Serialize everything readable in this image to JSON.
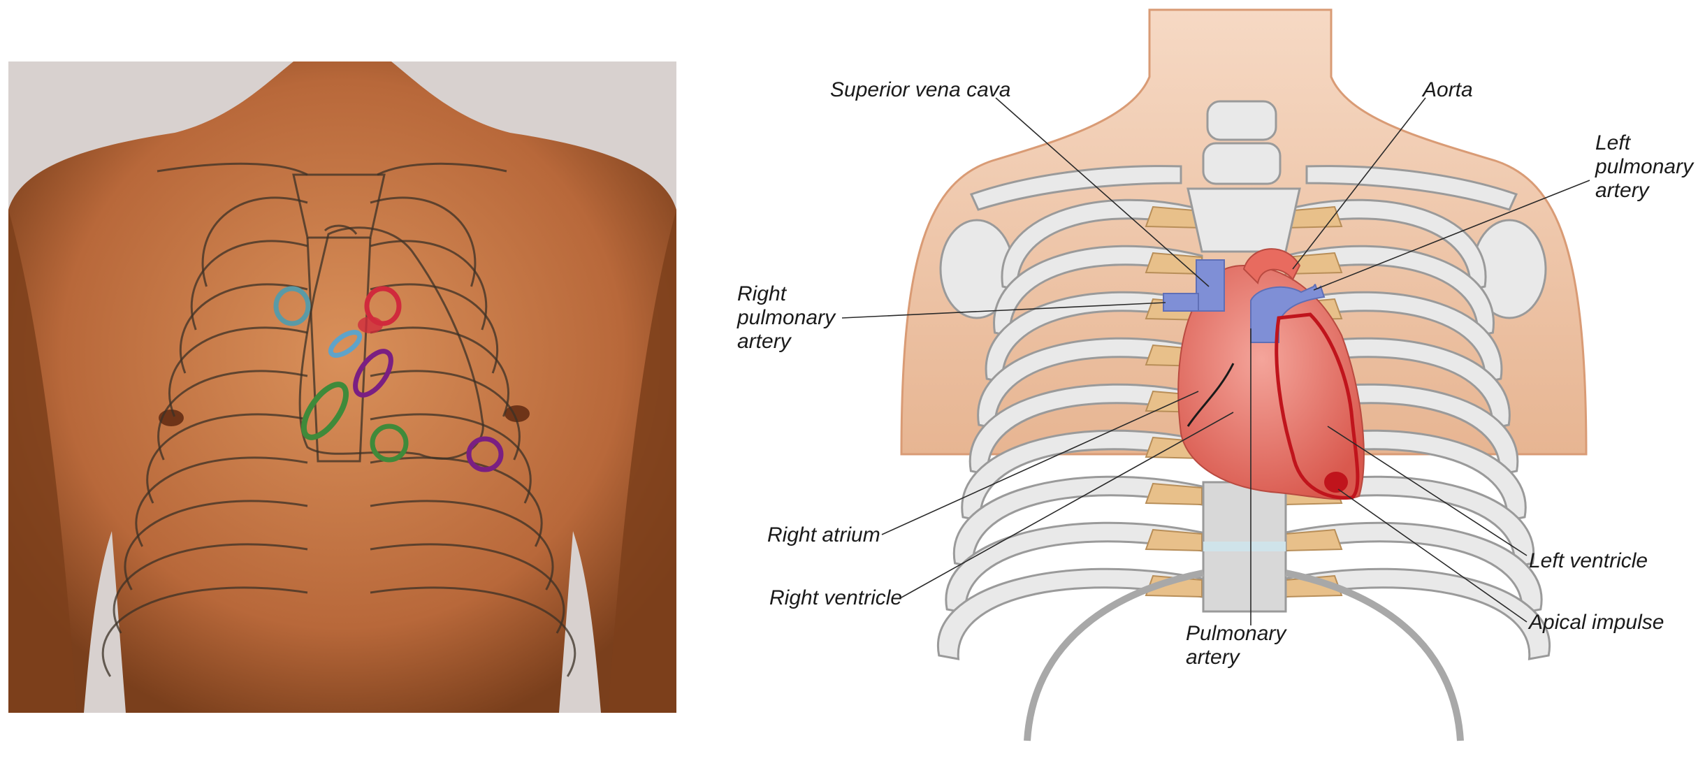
{
  "colors": {
    "skin_dark": "#7a3f1c",
    "skin_light": "#d9905a",
    "backdrop": "#d8d1cf",
    "bone": "#e9e9e9",
    "cartilage": "#e8c08a",
    "heart": "#e8766a",
    "vessel_blue": "#7f8fd6",
    "outline_red": "#c0141c",
    "marker_teal": "#5a9aa6",
    "marker_red": "#d02a3c",
    "marker_blue": "#5fa3c9",
    "marker_purple": "#7a1f82",
    "marker_green": "#3f8a3a"
  },
  "labels": {
    "superior_vena_cava": "Superior vena cava",
    "aorta": "Aorta",
    "left_pulmonary_artery": [
      "Left",
      "pulmonary",
      "artery"
    ],
    "right_pulmonary_artery": [
      "Right",
      "pulmonary",
      "artery"
    ],
    "right_atrium": "Right atrium",
    "right_ventricle": "Right ventricle",
    "pulmonary_artery": [
      "Pulmonary",
      "artery"
    ],
    "left_ventricle": "Left ventricle",
    "apical_impulse": "Apical impulse"
  }
}
